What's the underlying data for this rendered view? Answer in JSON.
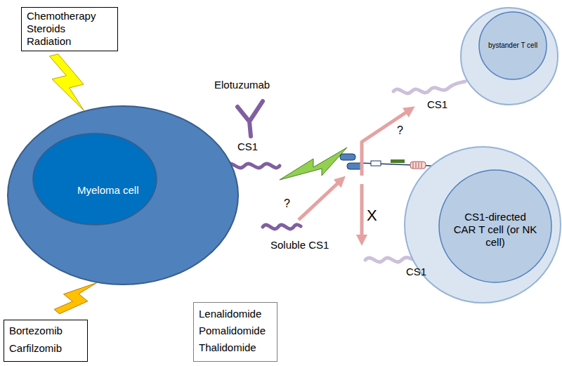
{
  "diagram": {
    "nodes": [
      {
        "text": [
          "Chemotherapy Steroids Radiation"
        ]
      },
      {
        "text": [
          "Myeloma cell"
        ]
      },
      {
        "text": [
          "bystander T cell"
        ]
      },
      {
        "text": [
          "CS1-directed CAR T cell (or NK cell)"
        ]
      },
      {
        "text": [
          "Bortezomib Carfilzomib"
        ]
      },
      {
        "text": [
          "Lenalidomide Pomalidomide Thalidomide"
        ]
      }
    ],
    "edges": [
      {
        "from": 0,
        "to": 1,
        "arrow": "to"
      },
      {
        "from": 4,
        "to": 1,
        "arrow": "to"
      }
    ],
    "labels": [
      "Elotuzumab",
      "CS1",
      "Soluble CS1",
      "?",
      "?",
      "X",
      "CS1",
      "CS1"
    ]
  }
}
